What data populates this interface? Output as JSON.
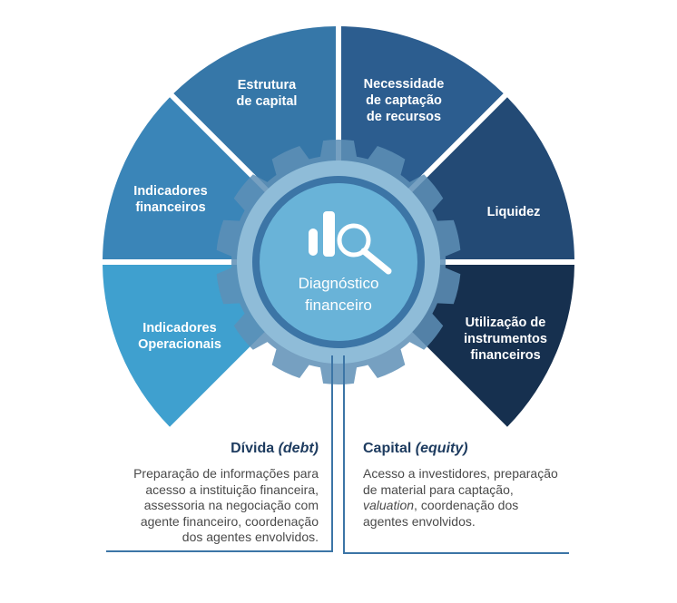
{
  "center": {
    "line1": "Diagnóstico",
    "line2": "financeiro",
    "icon": "chart-magnifier-icon"
  },
  "segments": [
    {
      "id": "indicadores-operacionais",
      "lines": [
        "Indicadores",
        "Operacionais"
      ],
      "color": "#3fa0cf"
    },
    {
      "id": "indicadores-financeiros",
      "lines": [
        "Indicadores",
        "financeiros"
      ],
      "color": "#3a85b8"
    },
    {
      "id": "estrutura-de-capital",
      "lines": [
        "Estrutura",
        "de capital"
      ],
      "color": "#3677a8"
    },
    {
      "id": "necessidade-captacao",
      "lines": [
        "Necessidade",
        "de captação",
        "de recursos"
      ],
      "color": "#2c5d8f"
    },
    {
      "id": "liquidez",
      "lines": [
        "Liquidez"
      ],
      "color": "#234a75"
    },
    {
      "id": "instrumentos-financeiros",
      "lines": [
        "Utilização de",
        "instrumentos",
        "financeiros"
      ],
      "color": "#16304f"
    }
  ],
  "colors": {
    "gear_outer": "#5e8fb6",
    "gear_inner": "#8fbcd8",
    "center_ring": "#3c75a6",
    "center_fill": "#69b3d8",
    "connector": "#3c75a6",
    "title": "#1d3b5f",
    "body_text": "#4a4a4a"
  },
  "debt": {
    "title": "Dívida",
    "title_em": "(debt)",
    "lines": [
      "Preparação de informações para",
      "acesso a instituição financeira,",
      "assessoria na negociação com",
      "agente financeiro, coordenação",
      "dos agentes envolvidos."
    ]
  },
  "equity": {
    "title": "Capital",
    "title_em": "(equity)",
    "line1": "Acesso a investidores, preparação",
    "line2": "de material para captação,",
    "line3_em": "valuation",
    "line3_rest": ", coordenação dos",
    "line4": "agentes envolvidos."
  }
}
